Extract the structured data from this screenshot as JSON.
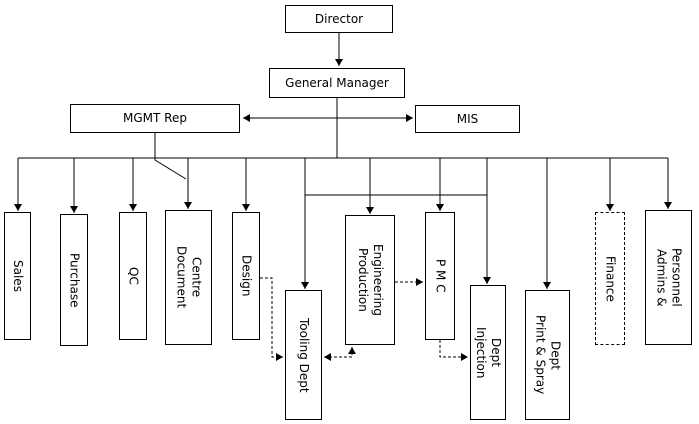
{
  "diagram": {
    "type": "org-chart",
    "nodes": {
      "director": "Director",
      "general_manager": "General Manager",
      "mgmt_rep": "MGMT Rep",
      "mis": "MIS",
      "sales": "Sales",
      "purchase": "Purchase",
      "qc": "QC",
      "document_centre": "Document Centre",
      "design": "Design",
      "tooling_dept": "Tooling Dept",
      "production_engineering": "Production Engineering",
      "pmc": "P M C",
      "injection_dept": "Injection Dept",
      "print_spray_dept": "Print & Spray Dept",
      "finance": "Finance",
      "admins_personnel": "Admins & Personnel"
    },
    "colors": {
      "line": "#000000",
      "text": "#000000",
      "box_background": "#ffffff",
      "box_border": "#000000"
    },
    "edges": {
      "solid": [
        "Director -> General Manager",
        "General Manager <-> MGMT Rep",
        "General Manager <-> MIS",
        "General Manager -> Sales",
        "General Manager -> Purchase",
        "General Manager -> QC",
        "General Manager -> Document Centre",
        "MGMT Rep -> Document Centre",
        "General Manager -> Design",
        "General Manager -> Tooling Dept",
        "General Manager -> Production Engineering",
        "General Manager -> P M C",
        "General Manager -> Injection Dept",
        "General Manager -> Print & Spray Dept",
        "General Manager -> Finance",
        "General Manager -> Admins & Personnel"
      ],
      "dashed": [
        "Design -> Tooling Dept",
        "Production Engineering <-> Tooling Dept",
        "Production Engineering -> P M C",
        "P M C -> Injection Dept"
      ],
      "dashed_border_nodes": [
        "Finance"
      ]
    }
  }
}
